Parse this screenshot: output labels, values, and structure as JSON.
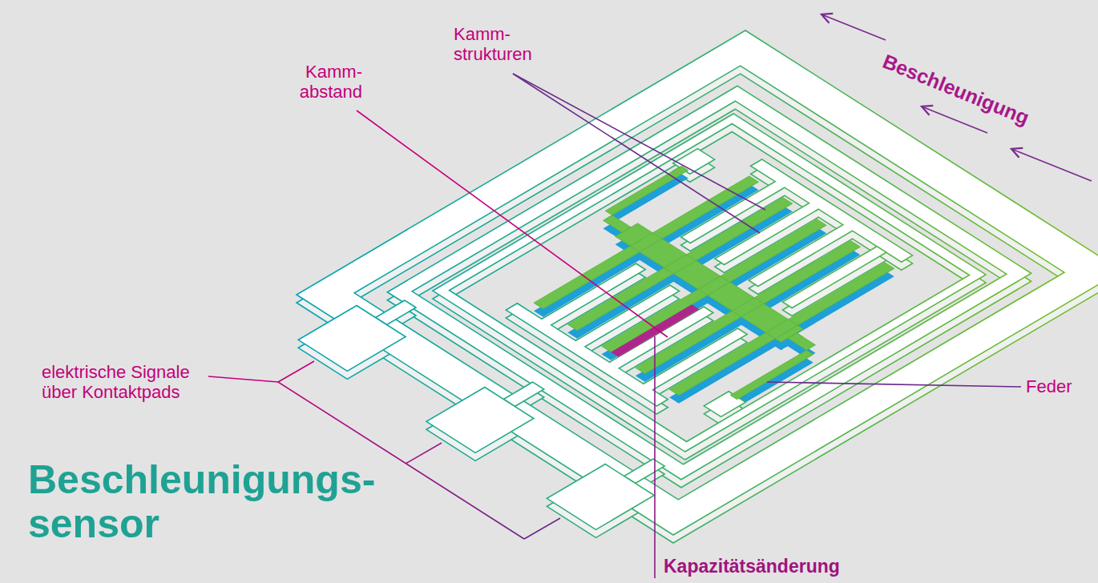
{
  "diagram": {
    "title": "Beschleunigungs- sensor",
    "labels": [
      "Kamm- strukturen",
      "Kamm- abstand",
      "Beschleunigung",
      "elektrische Signale über Kontaktpads",
      "Feder",
      "Kapazitätsänderung"
    ]
  }
}
